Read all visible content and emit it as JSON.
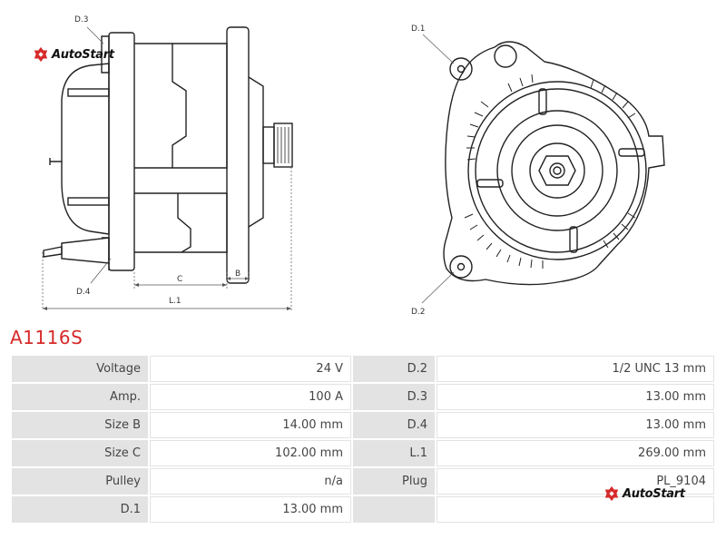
{
  "brand": {
    "name": "AutoStart",
    "accent_color": "#d62a2a"
  },
  "drawing": {
    "side_labels": {
      "d3": "D.3",
      "d4": "D.4",
      "c": "C",
      "b": "B",
      "l1": "L.1"
    },
    "front_labels": {
      "d1": "D.1",
      "d2": "D.2"
    }
  },
  "part_number": "A1116S",
  "specs": [
    {
      "label": "Voltage",
      "value": "24 V",
      "label2": "D.2",
      "value2": "1/2 UNC 13 mm"
    },
    {
      "label": "Amp.",
      "value": "100 A",
      "label2": "D.3",
      "value2": "13.00 mm"
    },
    {
      "label": "Size B",
      "value": "14.00 mm",
      "label2": "D.4",
      "value2": "13.00 mm"
    },
    {
      "label": "Size C",
      "value": "102.00 mm",
      "label2": "L.1",
      "value2": "269.00 mm"
    },
    {
      "label": "Pulley",
      "value": "n/a",
      "label2": "Plug",
      "value2": "PL_9104"
    },
    {
      "label": "D.1",
      "value": "13.00 mm",
      "label2": "",
      "value2": ""
    }
  ]
}
